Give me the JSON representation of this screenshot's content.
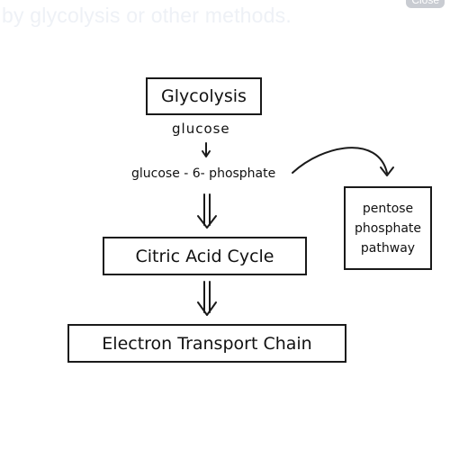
{
  "caption": "by glycolysis or other methods.",
  "close_label": "Close",
  "diagram": {
    "glycolysis": "Glycolysis",
    "glucose": "glucose",
    "glucose_6_phosphate": "glucose - 6- phosphate",
    "citric_acid_cycle": "Citric Acid Cycle",
    "electron_transport_chain": "Electron Transport Chain",
    "pentose_lines": [
      "pentose",
      "phosphate",
      "pathway"
    ]
  }
}
